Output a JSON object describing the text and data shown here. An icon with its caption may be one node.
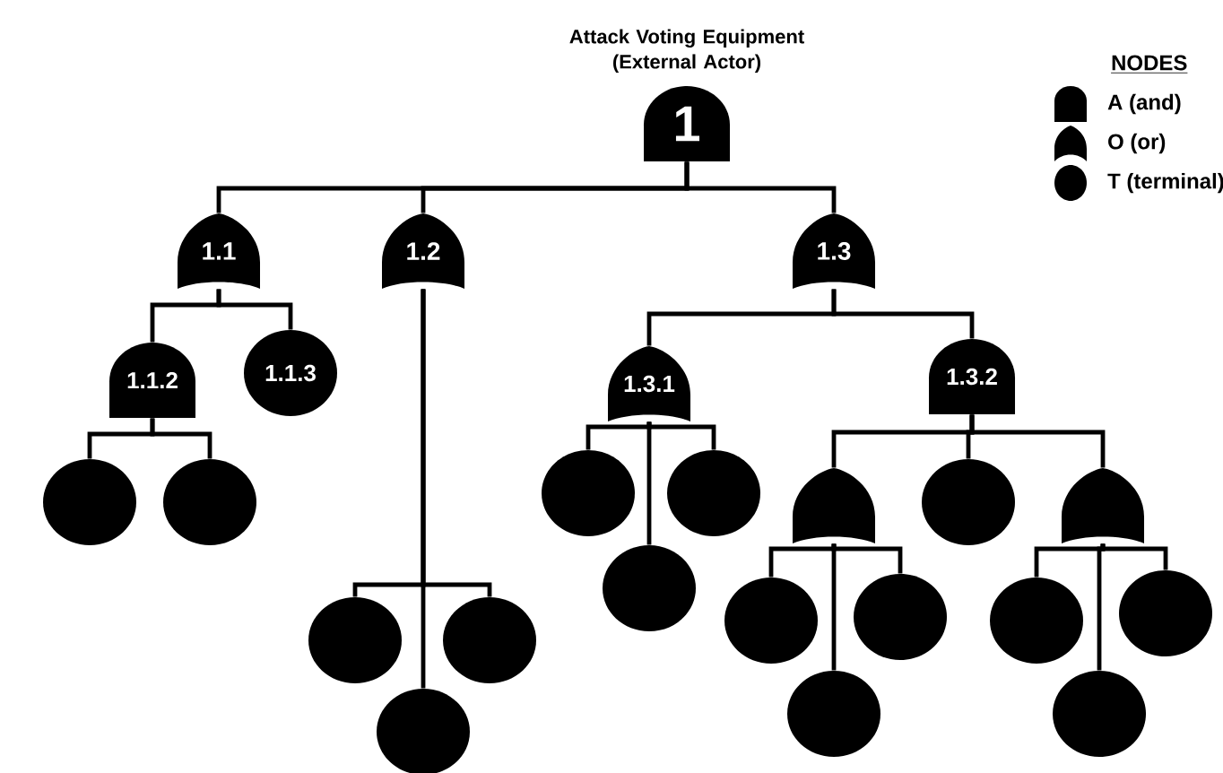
{
  "diagram": {
    "nodes": [
      {
        "text": [
          "Attack Voting Equipment (External Actor)",
          "1"
        ]
      },
      {
        "text": [
          "1.1"
        ]
      },
      {
        "text": [
          "1.2"
        ]
      },
      {
        "text": [
          "1.3"
        ]
      },
      {
        "text": [
          "1.1.2"
        ]
      },
      {
        "text": [
          "1.1.3"
        ]
      },
      {
        "text": [
          "1.3.1"
        ]
      },
      {
        "text": [
          "1.3.2"
        ]
      },
      {
        "text": [],
        "shape": "circle"
      },
      {
        "text": [],
        "shape": "circle"
      },
      {
        "text": [],
        "shape": "circle"
      },
      {
        "text": [],
        "shape": "circle"
      },
      {
        "text": [],
        "shape": "gate"
      },
      {
        "text": [],
        "shape": "circle"
      },
      {
        "text": [],
        "shape": "gate"
      },
      {
        "text": [],
        "shape": "circle"
      },
      {
        "text": [],
        "shape": "circle"
      },
      {
        "text": [],
        "shape": "circle"
      },
      {
        "text": [],
        "shape": "circle"
      },
      {
        "text": [],
        "shape": "circle"
      },
      {
        "text": [],
        "shape": "circle"
      },
      {
        "text": [],
        "shape": "circle"
      },
      {
        "text": [],
        "shape": "circle"
      },
      {
        "text": [],
        "shape": "circle"
      },
      {
        "text": [],
        "shape": "circle"
      }
    ],
    "edges": [
      {
        "from": 0,
        "to": 1,
        "arrow": "none"
      },
      {
        "from": 0,
        "to": 2,
        "arrow": "none"
      },
      {
        "from": 0,
        "to": 3,
        "arrow": "none"
      },
      {
        "from": 1,
        "to": 4,
        "arrow": "none"
      },
      {
        "from": 1,
        "to": 5,
        "arrow": "none"
      },
      {
        "from": 4,
        "to": 8,
        "arrow": "none"
      },
      {
        "from": 4,
        "to": 9,
        "arrow": "none"
      },
      {
        "from": 2,
        "to": 16,
        "arrow": "none"
      },
      {
        "from": 2,
        "to": 17,
        "arrow": "none"
      },
      {
        "from": 2,
        "to": 22,
        "arrow": "none"
      },
      {
        "from": 3,
        "to": 6,
        "arrow": "none"
      },
      {
        "from": 3,
        "to": 7,
        "arrow": "none"
      },
      {
        "from": 6,
        "to": 10,
        "arrow": "none"
      },
      {
        "from": 6,
        "to": 11,
        "arrow": "none"
      },
      {
        "from": 6,
        "to": 15,
        "arrow": "none"
      },
      {
        "from": 7,
        "to": 12,
        "arrow": "none"
      },
      {
        "from": 7,
        "to": 13,
        "arrow": "none"
      },
      {
        "from": 7,
        "to": 14,
        "arrow": "none"
      },
      {
        "from": 12,
        "to": 18,
        "arrow": "none"
      },
      {
        "from": 12,
        "to": 19,
        "arrow": "none"
      },
      {
        "from": 12,
        "to": 23,
        "arrow": "none"
      },
      {
        "from": 14,
        "to": 20,
        "arrow": "none"
      },
      {
        "from": 14,
        "to": 21,
        "arrow": "none"
      },
      {
        "from": 14,
        "to": 24,
        "arrow": "none"
      }
    ],
    "labels": [
      "NODES"
    ],
    "legend": [
      {
        "text": "A (and)"
      },
      {
        "text": "O (or)"
      },
      {
        "text": "T  (terminal)"
      }
    ]
  }
}
